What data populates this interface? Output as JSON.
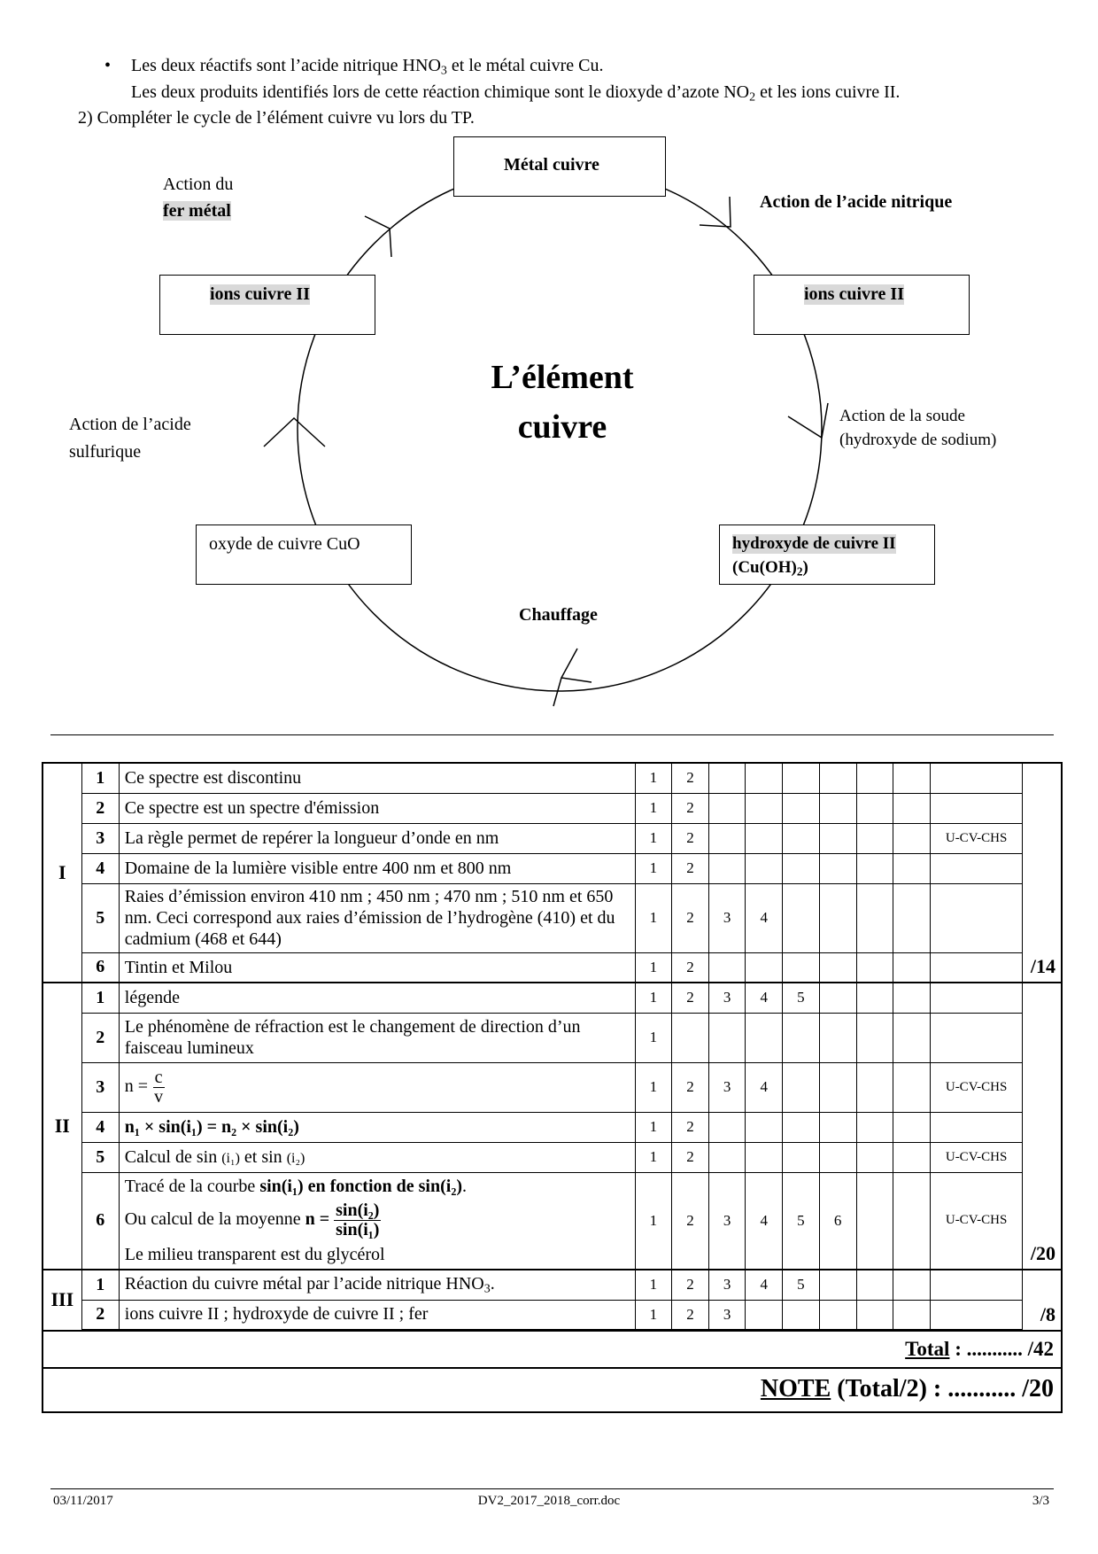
{
  "intro": {
    "bullet_line1_pre": "Les deux réactifs sont l’acide nitrique HNO",
    "bullet_line1_sub": "3",
    "bullet_line1_post": " et le métal cuivre Cu.",
    "bullet_line2_pre": "Les deux produits identifiés lors de cette réaction chimique sont le dioxyde d’azote NO",
    "bullet_line2_sub": "2",
    "bullet_line2_post": " et les ions cuivre II.",
    "question2": "2)  Compléter le cycle de l’élément cuivre vu lors du TP."
  },
  "cycle": {
    "center_line1": "L’élément",
    "center_line2": "cuivre",
    "box_top": "Métal cuivre",
    "box_left": "ions cuivre II",
    "box_right": "ions cuivre II",
    "box_bottom_left": "oxyde de cuivre CuO",
    "box_bottom_right_line1": "hydroxyde de cuivre II",
    "box_bottom_right_line2_pre": "(Cu(OH)",
    "box_bottom_right_line2_sub": "2",
    "box_bottom_right_line2_post": ")",
    "label_fer_line1": "Action du",
    "label_fer_line2": "fer métal",
    "label_nitrique": "Action de l’acide nitrique",
    "label_soude_line1": "Action de la soude",
    "label_soude_line2": "(hydroxyde de sodium)",
    "label_sulfurique_line1": "Action de l’acide",
    "label_sulfurique_line2": "sulfurique",
    "label_chauffage": "Chauffage"
  },
  "grading": {
    "code": "U-CV-CHS",
    "sections": {
      "I": {
        "label": "I",
        "total": "/14",
        "rows": [
          {
            "num": "1",
            "text": "Ce spectre est discontinu",
            "points": [
              "1",
              "2",
              "",
              "",
              "",
              "",
              "",
              "",
              ""
            ]
          },
          {
            "num": "2",
            "text": "Ce spectre est un spectre d'émission",
            "points": [
              "1",
              "2",
              "",
              "",
              "",
              "",
              "",
              "",
              ""
            ]
          },
          {
            "num": "3",
            "text": "La règle permet de repérer la longueur d’onde en nm",
            "points": [
              "1",
              "2",
              "",
              "",
              "",
              "",
              "",
              "",
              "U-CV-CHS"
            ]
          },
          {
            "num": "4",
            "text": "Domaine de la lumière visible entre 400 nm et 800 nm",
            "points": [
              "1",
              "2",
              "",
              "",
              "",
              "",
              "",
              "",
              ""
            ]
          },
          {
            "num": "5",
            "text": "Raies d’émission environ 410 nm ; 450 nm ; 470 nm ; 510 nm et 650 nm. Ceci correspond aux raies d’émission de l’hydrogène (410) et du cadmium (468 et 644)",
            "points": [
              "1",
              "2",
              "3",
              "4",
              "",
              "",
              "",
              "",
              ""
            ]
          },
          {
            "num": "6",
            "text": "Tintin et Milou",
            "points": [
              "1",
              "2",
              "",
              "",
              "",
              "",
              "",
              "",
              ""
            ]
          }
        ]
      },
      "II": {
        "label": "II",
        "total": "/20",
        "row1": {
          "num": "1",
          "text": "légende",
          "points": [
            "1",
            "2",
            "3",
            "4",
            "5",
            "",
            "",
            "",
            ""
          ]
        },
        "row2": {
          "num": "2",
          "text": "Le phénomène de réfraction est le changement de direction d’un faisceau lumineux",
          "points": [
            "1",
            "",
            "",
            "",
            "",
            "",
            "",
            "",
            ""
          ]
        },
        "row3": {
          "num": "3",
          "text_pre": "n = ",
          "frac_num": "c",
          "frac_den": "v",
          "points": [
            "1",
            "2",
            "3",
            "4",
            "",
            "",
            "",
            "",
            "U-CV-CHS"
          ]
        },
        "row4": {
          "num": "4",
          "text": "n₁ × sin(i₁) = n₂ × sin(i₂)",
          "points": [
            "1",
            "2",
            "",
            "",
            "",
            "",
            "",
            "",
            ""
          ]
        },
        "row5": {
          "num": "5",
          "text_pre": "Calcul de sin ",
          "text_mid1": "(i₁)",
          "text_mid2": " et sin ",
          "text_mid3": "(i₂)",
          "points": [
            "1",
            "2",
            "",
            "",
            "",
            "",
            "",
            "",
            "U-CV-CHS"
          ]
        },
        "row6": {
          "num": "6",
          "line1_pre": "Tracé de la courbe ",
          "line1_bold": "sin(i₁) en fonction de sin(i₂)",
          "line1_post": ".",
          "line2_pre": "Ou calcul de la moyenne ",
          "line2_bold": "n = ",
          "frac_num": "sin(i₂)",
          "frac_den": "sin(i₁)",
          "line3": "Le milieu transparent est du glycérol",
          "points": [
            "1",
            "2",
            "3",
            "4",
            "5",
            "6",
            "",
            "",
            "U-CV-CHS"
          ]
        }
      },
      "III": {
        "label": "III",
        "total": "/8",
        "row1": {
          "num": "1",
          "text_pre": "Réaction du cuivre métal par l’acide nitrique HNO",
          "text_sub": "3",
          "text_post": ".",
          "points": [
            "1",
            "2",
            "3",
            "4",
            "5",
            "",
            "",
            "",
            ""
          ]
        },
        "row2": {
          "num": "2",
          "text": "ions cuivre II ; hydroxyde de cuivre II ; fer",
          "points": [
            "1",
            "2",
            "3",
            "",
            "",
            "",
            "",
            "",
            ""
          ]
        }
      }
    },
    "total_label": "Total",
    "total_rest": " : ........... /42",
    "note_label": "NOTE",
    "note_rest": " (Total/2) : ........... /20"
  },
  "footer": {
    "date": "03/11/2017",
    "filename": "DV2_2017_2018_corr.doc",
    "page": "3/3"
  }
}
